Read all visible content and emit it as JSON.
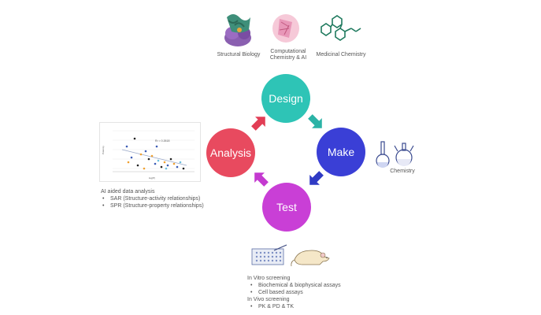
{
  "top_icons": [
    {
      "label": "Structural Biology"
    },
    {
      "label_line1": "Computational",
      "label_line2": "Chemistry & AI"
    },
    {
      "label": "Medicinal Chemistry"
    }
  ],
  "cycle": {
    "design": {
      "label": "Design",
      "color": "#2ec4b6"
    },
    "make": {
      "label": "Make",
      "color": "#3a3fd6"
    },
    "test": {
      "label": "Test",
      "color": "#c93fd6"
    },
    "analysis": {
      "label": "Analysis",
      "color": "#e84a5f"
    }
  },
  "chemistry_label": "Chemistry",
  "analysis_panel": {
    "heading": "AI aided data analysis",
    "bullets": [
      "SAR (Structure-activity relationships)",
      "SPR (Structure-property relationships)"
    ]
  },
  "screening_panel": {
    "in_vitro": "In Vitro screening",
    "in_vitro_items": [
      "Biochemical & biophysical assays",
      "Cell based assays"
    ],
    "in_vivo": "In Vivo screening",
    "in_vivo_items": [
      "PK & PD & TK"
    ]
  },
  "mini_chart": {
    "r2_label": "R² = 0.2618",
    "xlabel": "log(P)",
    "ylabel": "Potency"
  }
}
